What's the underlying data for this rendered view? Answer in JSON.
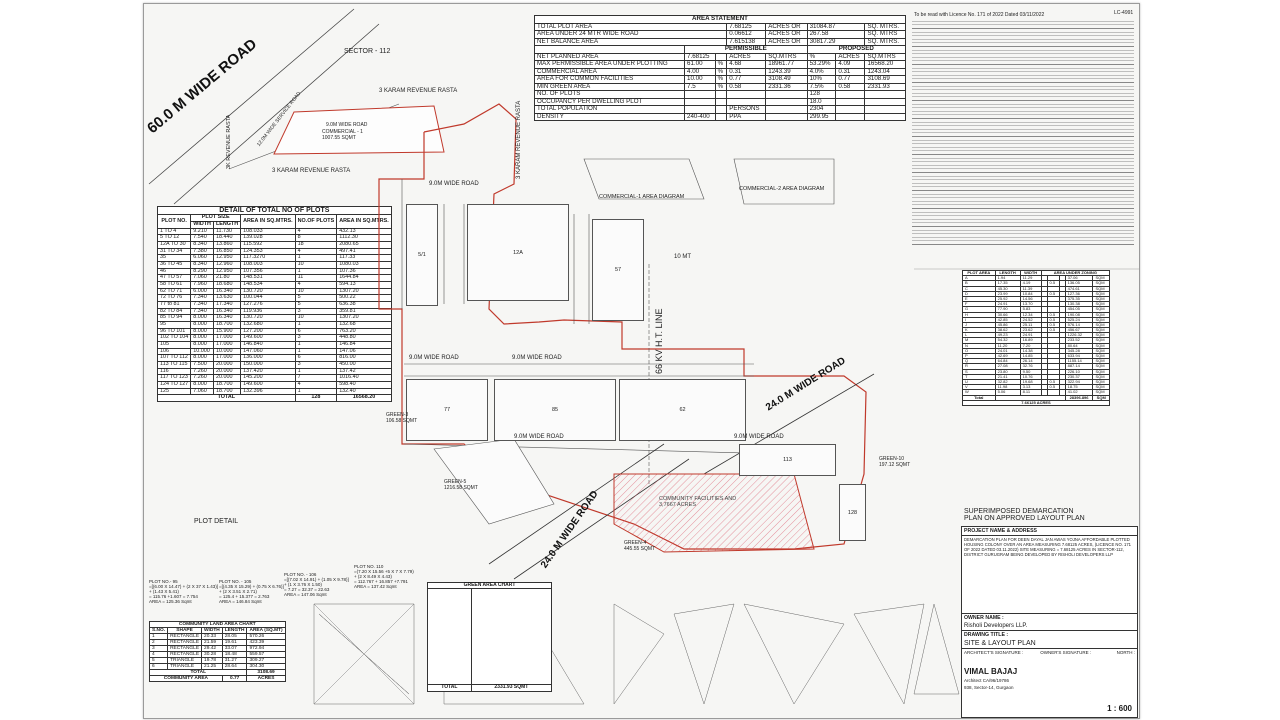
{
  "header": {
    "license": "To be read with Licence No. 171 of 2022 Dated 03/11/2022",
    "drawing_no": "LC-4991"
  },
  "area_statement": {
    "title": "AREA STATEMENT",
    "rows": [
      [
        "TOTAL PLOT AREA",
        "7.68125",
        "ACRES OR",
        "31084.87",
        "SQ. MTRS."
      ],
      [
        "AREA UNDER 24 MTR WIDE ROAD",
        "0.06612",
        "ACRES OR",
        "267.58",
        "SQ. MTRS"
      ],
      [
        "NET BALANCE AREA",
        "7.615138",
        "ACRES OR",
        "30817.29",
        "SQ. MTRS."
      ]
    ],
    "permissible_label": "PERMISSIBLE",
    "proposed_label": "PROPOSED",
    "sub_rows": [
      [
        "NET PLANNED AREA",
        "7.68125",
        "",
        "ACRES",
        "SQ.MTRS",
        "%",
        "ACRES",
        "SQ.MTRS"
      ],
      [
        "MAX PERMISSIBLE AREA UNDER PLOTTING",
        "61.00",
        "%",
        "4.68",
        "18961.77",
        "53.29%",
        "4.09",
        "16568.20"
      ],
      [
        "COMMERCIAL AREA",
        "4.00",
        "%",
        "0.31",
        "1243.39",
        "4.0%",
        "0.31",
        "1243.04"
      ],
      [
        "AREA FOR COMMON FACILITIES",
        "10.00",
        "%",
        "0.77",
        "3108.49",
        "10%",
        "0.77",
        "3108.69"
      ],
      [
        "MIN GREEN AREA",
        "7.5",
        "%",
        "0.58",
        "2331.36",
        "7.5%",
        "0.58",
        "2331.93"
      ],
      [
        "NO. OF PLOTS",
        "",
        "",
        "",
        "",
        "128",
        "",
        ""
      ],
      [
        "OCCUPANCY PER DWELLING PLOT",
        "",
        "",
        "",
        "",
        "18.0",
        "",
        ""
      ],
      [
        "TOTAL POPULATION",
        "",
        "",
        "PERSONS",
        "",
        "2304",
        "",
        ""
      ],
      [
        "DENSITY",
        "240-400",
        "",
        "PPA",
        "",
        "299.95",
        "",
        ""
      ]
    ]
  },
  "plots_detail": {
    "title": "DETAIL OF TOTAL NO OF PLOTS",
    "columns": [
      "PLOT NO.",
      "WIDTH",
      "LENGTH",
      "AREA IN SQ.MTRS.",
      "NO.OF PLOTS",
      "AREA IN SQ.MTRS."
    ],
    "col_group": "PLOT SIZE",
    "rows": [
      [
        "1 TO 4",
        "9.210",
        "11.730",
        "108.033",
        "4",
        "432.13"
      ],
      [
        "5 TO 12",
        "7.540",
        "18.440",
        "139.028",
        "8",
        "1112.30"
      ],
      [
        "12A TO 30",
        "8.340",
        "13.860",
        "115.592",
        "18",
        "2080.65"
      ],
      [
        "31 TO 34",
        "7.380",
        "16.850",
        "124.353",
        "4",
        "497.41"
      ],
      [
        "35",
        "6.060",
        "12.950",
        "117.3270",
        "1",
        "117.33"
      ],
      [
        "36 TO 45",
        "8.340",
        "12.960",
        "108.003",
        "10",
        "1080.03"
      ],
      [
        "46",
        "8.290",
        "12.950",
        "107.356",
        "1",
        "107.36"
      ],
      [
        "47 TO 57",
        "7.060",
        "21.80",
        "148.531",
        "11",
        "1644.84"
      ],
      [
        "58 TO 61",
        "7.960",
        "18.680",
        "148.534",
        "4",
        "594.13"
      ],
      [
        "62 TO 71",
        "6.000",
        "16.340",
        "130.720",
        "10",
        "1307.20"
      ],
      [
        "72 TO 76",
        "7.340",
        "13.630",
        "100.044",
        "5",
        "500.22"
      ],
      [
        "77 to 81",
        "7.340",
        "17.340",
        "127.276",
        "5",
        "636.38"
      ],
      [
        "82 TO 84",
        "7.340",
        "16.340",
        "119.936",
        "3",
        "359.81"
      ],
      [
        "85 TO 94",
        "8.000",
        "16.340",
        "130.720",
        "10",
        "1307.20"
      ],
      [
        "95",
        "8.000",
        "18.700",
        "132.680",
        "1",
        "132.68"
      ],
      [
        "96 TO 101",
        "8.000",
        "15.900",
        "127.200",
        "6",
        "763.20"
      ],
      [
        "102 TO 104",
        "8.000",
        "17.000",
        "149.600",
        "3",
        "448.80"
      ],
      [
        "105",
        "8.000",
        "17.000",
        "146.840",
        "1",
        "146.84"
      ],
      [
        "106",
        "10.000",
        "10.000",
        "147.060",
        "1",
        "147.06"
      ],
      [
        "107 TO 112",
        "8.000",
        "17.000",
        "136.000",
        "6",
        "816.00"
      ],
      [
        "113 TO 115",
        "7.500",
        "20.000",
        "150.000",
        "3",
        "450.00"
      ],
      [
        "116",
        "7.260",
        "20.000",
        "137.420",
        "1",
        "137.42"
      ],
      [
        "117 TO 123",
        "7.260",
        "20.000",
        "145.200",
        "7",
        "1016.40"
      ],
      [
        "124 TO 127",
        "8.000",
        "18.700",
        "149.600",
        "4",
        "598.40"
      ],
      [
        "125",
        "7.060",
        "18.700",
        "132.396",
        "1",
        "132.40"
      ]
    ],
    "total": [
      "TOTAL",
      "128",
      "16568.20"
    ]
  },
  "roads": {
    "r60": "60.0 M WIDE ROAD",
    "service": "12.0M WIDE SERVICE ROAD",
    "sector": "SECTOR - 112",
    "rasta_top": "3 KARAM REVENUE RASTA",
    "rasta_mid": "3 KARAM REVENUE RASTA",
    "rasta_left": "3K REVENUE RASTA",
    "rasta_vert": "3 KARAM REVENUE RASTA",
    "r9_a": "9.0M WIDE ROAD",
    "r9_b": "9.0M WIDE ROAD",
    "r9_c": "9.0M WIDE ROAD",
    "r9_d": "9.0M WIDE ROAD",
    "r9_e": "9.0M WIDE ROAD",
    "r9_f": "9.0M WIDE ROAD",
    "r24_a": "24.0 M WIDE ROAD",
    "r24_b": "24.0 M WIDE ROAD",
    "ht": "66 KV H.T. LINE",
    "r10": "10 MT"
  },
  "areas": {
    "commercial1": "COMMERCIAL - 1\n1007.55 SQMT",
    "commercial_diag1": "COMMERCIAL-1 AREA DIAGRAM",
    "commercial_diag2": "COMMERCIAL-2 AREA DIAGRAM",
    "community": "COMMUNITY FACILITIES AND\n3,7667 ACRES",
    "green5": "GREEN-5\n1216.58 SQMT",
    "green3": "GREEN-3\n106.58 SQMT",
    "green4": "GREEN-4\n445.55 SQMT",
    "green10": "GREEN-10\n197.12 SQMT",
    "plot_detail": "PLOT DETAIL",
    "superimposed": "SUPERIMPOSED DEMARCATION\nPLAN ON APPROVED LAYOUT PLAN"
  },
  "community_chart": {
    "title": "COMMUNITY LAND AREA CHART",
    "columns": [
      "S.NO.",
      "SHAPE",
      "WIDTH",
      "LENGTH",
      "AREA (SQ.MT)"
    ],
    "rows": [
      [
        "1",
        "RECTANGLE",
        "20.33",
        "28.05",
        "570.26"
      ],
      [
        "2",
        "RECTANGLE",
        "21.59",
        "19.61",
        "423.39"
      ],
      [
        "3",
        "RECTANGLE",
        "29.42",
        "33.07",
        "972.94"
      ],
      [
        "4",
        "RECTANGLE",
        "30.28",
        "18.48",
        "559.57"
      ],
      [
        "5",
        "TRIANGLE",
        "19.78",
        "31.27",
        "309.27"
      ],
      [
        "6",
        "TRIANGLE",
        "21.25",
        "28.64",
        "304.30"
      ]
    ],
    "total": [
      "TOTAL",
      "3108.69"
    ],
    "footer": [
      "COMMUNITY AREA",
      "0.77",
      "ACRES"
    ]
  },
  "green_chart": {
    "title": "GREEN AREA CHART",
    "total": [
      "TOTAL",
      "2331.93 SQMT"
    ]
  },
  "plot_calcs": [
    "PLOT NO.- 95\n=[(6.00 X 14.47) + (2 X 37 X 1.43)]\n+ (1.43 X 5.41)\n= 115.76 +1.607 = 7.754\nAREA = 125.36 Sqmt",
    "PLOT NO. - 105\n=[(4.35 X 15.29) + (0.75 X 6.76)]\n+ (2 X 3.51 X 2.71)\n= 125.4 + 15.377 = 2.763\nAREA = 146.84 Sqmt",
    "PLOT NO. - 106\n=[(7.02 X 14.91) + (1.05 X 9.78)]\n+ (1 X 3.76 X 1.50)\n= 7.27 = 32.37 = 22.63\nAREA = 147.06 Sqmt",
    "PLOT NO. 110\n=(7.20 X 15.56 +5 X 7 X 7.79)\n+ (2 X 8.49 X 4.43)\n= 112.767 + 16.857 +7.791\nAREA = 137.42 Sqmt"
  ],
  "zoning": {
    "title": "AREA UNDER ZONING",
    "headers": [
      "PLOT AREA",
      "LENGTH",
      "WIDTH",
      "AREA"
    ],
    "rows": [
      [
        "A",
        "1.94",
        "11.29",
        "",
        "",
        "",
        "37.06",
        "SQM"
      ],
      [
        "B",
        "17.35",
        "4.19",
        "",
        "0.5",
        "",
        "136.05",
        "SQM"
      ],
      [
        "C",
        "45.30",
        "11.39",
        "",
        "",
        "",
        "474.61",
        "SQM"
      ],
      [
        "D",
        "23.99",
        "10.84",
        "",
        "0.5",
        "",
        "127.36",
        "SQM"
      ],
      [
        "E",
        "25.92",
        "14.56",
        "",
        "",
        "",
        "375.35",
        "SQM"
      ],
      [
        "F",
        "24.91",
        "13.70",
        "",
        "",
        "",
        "130.38",
        "SQM"
      ],
      [
        "G",
        "77.90",
        "5.83",
        "",
        "",
        "",
        "454.05",
        "SQM"
      ],
      [
        "H",
        "30.66",
        "12.34",
        "",
        "0.5",
        "",
        "190.08",
        "SQM"
      ],
      [
        "I",
        "42.85",
        "24.52",
        "",
        "0.5",
        "",
        "525.24",
        "SQM"
      ],
      [
        "J",
        "45.86",
        "25.11",
        "",
        "0.5",
        "",
        "576.14",
        "SQM"
      ],
      [
        "K",
        "38.62",
        "23.62",
        "",
        "0.5",
        "",
        "456.67",
        "SQM"
      ],
      [
        "L",
        "49.23",
        "24.91",
        "",
        "",
        "",
        "1226.32",
        "SQM"
      ],
      [
        "M",
        "54.32",
        "16.89",
        "",
        "",
        "",
        "233.52",
        "SQM"
      ],
      [
        "N",
        "11.20",
        "7.20",
        "",
        "",
        "",
        "80.64",
        "SQM"
      ],
      [
        "O",
        "24.01",
        "14.38",
        "",
        "",
        "",
        "345.28",
        "SQM"
      ],
      [
        "P",
        "42.69",
        "14.85",
        "",
        "",
        "",
        "633.94",
        "SQM"
      ],
      [
        "Q",
        "64.84",
        "26.14",
        "",
        "",
        "",
        "1155.14",
        "SQM"
      ],
      [
        "R",
        "27.08",
        "32.76",
        "",
        "",
        "",
        "887.14",
        "SQM"
      ],
      [
        "S",
        "23.80",
        "9.50",
        "",
        "",
        "",
        "226.10",
        "SQM"
      ],
      [
        "T",
        "21.41",
        "10.76",
        "",
        "",
        "",
        "230.37",
        "SQM"
      ],
      [
        "U",
        "32.82",
        "19.68",
        "",
        "0.5",
        "",
        "322.94",
        "SQM"
      ],
      [
        "V",
        "11.98",
        "3.13",
        "",
        "0.5",
        "",
        "18.75",
        "SQM"
      ],
      [
        "W",
        "5.06",
        "8.11",
        "",
        "",
        "",
        "41.02",
        "SQM"
      ]
    ],
    "total": [
      "Total",
      "28396.896",
      "SQM",
      "7.66125 ACRES"
    ]
  },
  "title_block": {
    "project_label": "PROJECT NAME & ADDRESS",
    "project": "DEMARCATION PLAN FOR DEEN DAYAL JAN AWAS YOJNA AFFORDABLE PLOTTED HOUSING COLONY OVER AN AREA MEASURING 7.68125 ACRES, (LICENCE NO. 171 OF 2022 DATED 03.11.2022) SITE MEASURING = 7.68125 ACRES IN SECTOR-112, DISTRICT GURUGRAM BEING DEVELOPED BY RISHOLI DEVELOPERS LLP",
    "owner_label": "OWNER NAME :",
    "owner": "Risholi Developers LLP.",
    "drawing_title_label": "DRAWING TITLE :",
    "drawing_title": "SITE & LAYOUT PLAN",
    "architect_label": "ARCHITECT'S SIGNATURE :",
    "owner_sig_label": "OWNER'S SIGNATURE :",
    "north_label": "NORTH :",
    "architect_name": "VIMAL BAJAJ",
    "architect_reg": "Architect CA/96/19786",
    "architect_addr": "938, Sector-14, Gurgaon",
    "scale": "1 : 600"
  },
  "colors": {
    "boundary": "#c0392b",
    "hatch": "#d94b5f",
    "line": "#333333"
  }
}
